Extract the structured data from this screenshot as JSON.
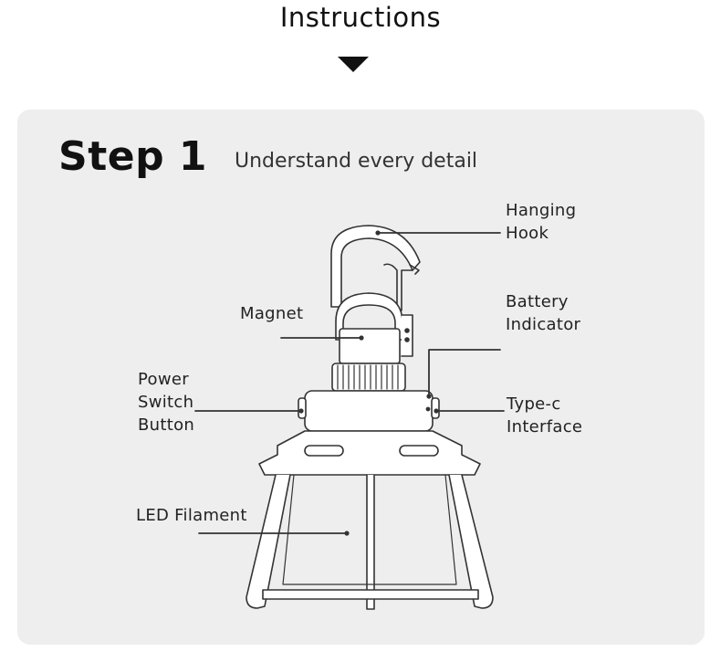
{
  "header": {
    "title": "Instructions"
  },
  "step": {
    "title": "Step 1",
    "subtitle": "Understand every detail"
  },
  "labels": {
    "hanging_hook": "Hanging\nHook",
    "magnet": "Magnet",
    "battery_indicator": "Battery\nIndicator",
    "power_switch": "Power\nSwitch\nButton",
    "type_c": "Type-c\nInterface",
    "led_filament": "LED Filament"
  },
  "colors": {
    "card_background": "#eeeeee",
    "line": "#333333",
    "text": "#222222"
  }
}
